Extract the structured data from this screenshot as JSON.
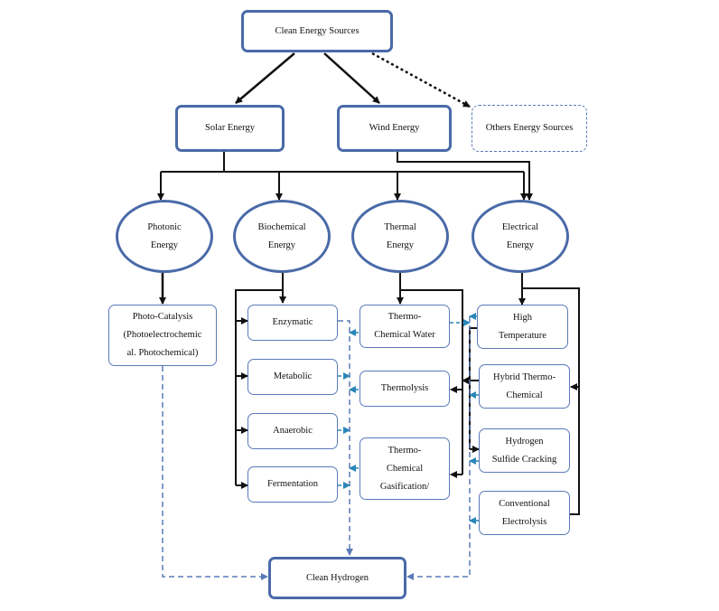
{
  "diagram": {
    "root": "Clean Energy Sources",
    "sources": {
      "solar": "Solar Energy",
      "wind": "Wind Energy",
      "others": "Others Energy Sources"
    },
    "energy_types": {
      "photonic": [
        "Photonic",
        "Energy"
      ],
      "biochemical": [
        "Biochemical",
        "Energy"
      ],
      "thermal": [
        "Thermal",
        "Energy"
      ],
      "electrical": [
        "Electrical",
        "Energy"
      ]
    },
    "photonic_processes": {
      "photo_catalysis": [
        "Photo-Catalysis",
        "(Photoelectrochemic",
        "al. Photochemical)"
      ]
    },
    "biochemical_processes": {
      "enzymatic": "Enzymatic",
      "metabolic": "Metabolic",
      "anaerobic": "Anaerobic",
      "fermentation": "Fermentation"
    },
    "thermal_processes": {
      "thermo_chemical_water": [
        "Thermo-",
        "Chemical Water"
      ],
      "thermolysis": "Thermolysis",
      "thermo_chemical_gasification": [
        "Thermo-",
        "Chemical",
        "Gasification/"
      ]
    },
    "electrical_processes": {
      "high_temperature": [
        "High",
        "Temperature"
      ],
      "hybrid_thermo_chemical": [
        "Hybrid Thermo-",
        "Chemical"
      ],
      "hydrogen_sulfide_cracking": [
        "Hydrogen",
        "Sulfide Cracking"
      ],
      "conventional_electrolysis": [
        "Conventional",
        "Electrolysis"
      ]
    },
    "output": "Clean Hydrogen"
  },
  "colors": {
    "box_border": "#4a6aa8",
    "solid_arrow": "#111111",
    "dashed_arrow": "#5a7ab8",
    "accent_arrow": "#2a86b8"
  }
}
